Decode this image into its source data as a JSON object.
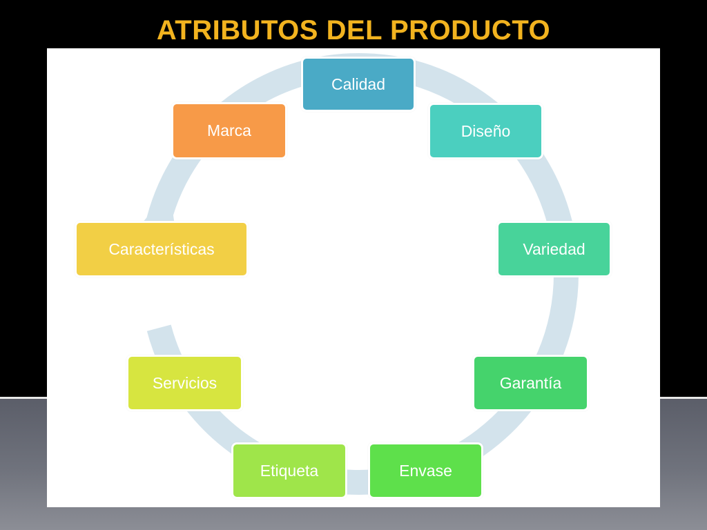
{
  "slide": {
    "title": "ATRIBUTOS DEL PRODUCTO"
  },
  "diagram": {
    "type": "cycle",
    "ring_color": "#d3e3ec",
    "nodes": [
      {
        "label": "Calidad",
        "color": "#4aaac6"
      },
      {
        "label": "Diseño",
        "color": "#4bcfbf"
      },
      {
        "label": "Variedad",
        "color": "#48d39a"
      },
      {
        "label": "Garantía",
        "color": "#45d36c"
      },
      {
        "label": "Envase",
        "color": "#5ee04b"
      },
      {
        "label": "Etiqueta",
        "color": "#9fe54a"
      },
      {
        "label": "Servicios",
        "color": "#d7e540"
      },
      {
        "label": "Características",
        "color": "#f2cf45"
      },
      {
        "label": "Marca",
        "color": "#f79a48"
      }
    ]
  }
}
